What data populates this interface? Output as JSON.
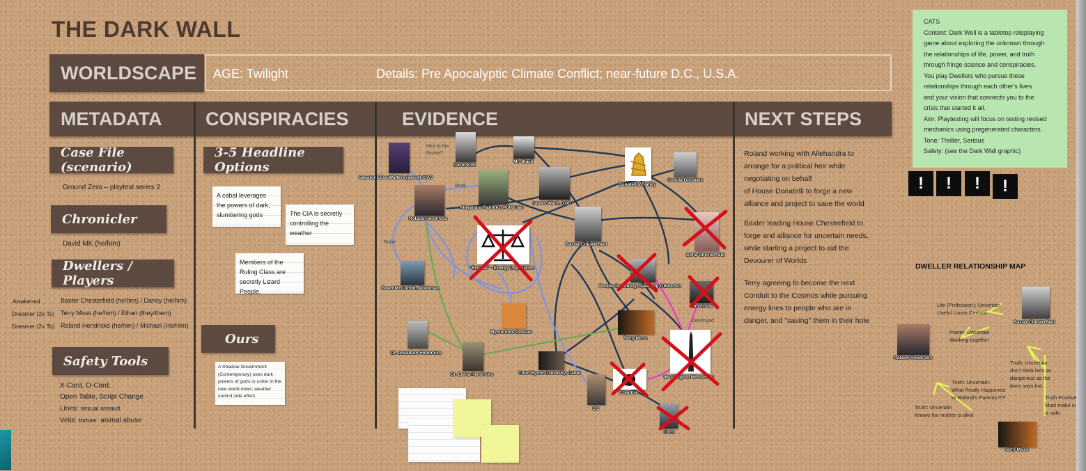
{
  "board": {
    "title": "THE DARK WALL",
    "worldscape": {
      "heading": "WORLDSCAPE",
      "age": "AGE: Twilight",
      "details": "Details: Pre Apocalyptic Climate Conflict; near-future D.C., U.S.A."
    },
    "columns": {
      "metadata": "METADATA",
      "conspiracies": "CONSPIRACIES",
      "evidence": "EVIDENCE",
      "next_steps": "NEXT STEPS"
    }
  },
  "metadata": {
    "case_file": {
      "label": "Case File (scenario)",
      "value": "Ground Zero – playtest series 2"
    },
    "chronicler": {
      "label": "Chronicler",
      "value": "David MK (he/him)"
    },
    "dwellers": {
      "label": "Dwellers / Players",
      "rows": [
        {
          "tag": "Awakened",
          "text": "Baxter Chesterfield (he/him) / Danny (he/him)"
        },
        {
          "tag": "Dreamer (2x Ts)",
          "text": "Terry Moss (he/him) / Ethan (they/them)"
        },
        {
          "tag": "Dreamer (2x Ts)",
          "text": "Roland Hendricks (he/him) / Michael (He/Him)"
        }
      ]
    },
    "safety": {
      "label": "Safety Tools",
      "line1": "X-Card, O-Card,",
      "line2": "Open Table, Script Change",
      "lines_label": "Lines:",
      "lines_value": "sexual assault",
      "veils_label": "Veils:",
      "veils_value": "torture",
      "veils_value2": "animal abuse"
    }
  },
  "conspiracies": {
    "headline_label": "3-5 Headline Options",
    "cards": [
      "A cabal leverages the powers of dark, slumbering gods",
      "The CIA is secretly controlling the weather",
      "Members of the Ruling Class are secretly Lizard People."
    ],
    "ours_label": "Ours",
    "ours_card": "A Shadow Government (Contemporary) uses dark powers of gods to usher in the new world order; weather control side effect"
  },
  "evidence": {
    "annotations": {
      "heir": "Heir to the throne?",
      "rival": "Rival",
      "rube": "Rube",
      "destroyed": "Destroyed"
    },
    "nodes": {
      "senator": "Senator Elias Walters (secret CIA?",
      "david_kim": "David Kim",
      "mr_black": "Mr. Black",
      "donatellis": "Donatellis Family",
      "ginelle": "Ginelle Donatelli",
      "allejandra": "Allejandra Ramirez, Politician",
      "james_ward": "James Ward, DOD",
      "roland": "Roland Hendricks",
      "baxter": "Baxter Chesterfield",
      "sofia": "Sofia Chesterfield",
      "eclipse": "\"Eclipse\" - Energy Legislation",
      "brent": "Brent McCormic, Politician",
      "dreaming": "People Dreaming, Speaking Gibberish",
      "hurricane": "Hurricane",
      "dossier": "Mysterious Dossier",
      "terry": "Terry Moss",
      "jonathan": "Dr. Jonathan Hendricks",
      "elena": "Dr. Elena Hendricks",
      "byron": "Chief Byron Czevesky, Cabal",
      "monument": "Washington Monument",
      "creature": "Creature",
      "liz": "Liz",
      "chris": "Chris"
    }
  },
  "next_steps": {
    "p1": [
      "Roland working with Allehandra to",
      "arrange for a political heir while",
      "negotiating on behalf",
      "of House Donatelli to forge a new",
      "alliance and project to save the world"
    ],
    "p2": [
      "Baxter leading House Chesterfield to",
      "forge and alliance for uncertain needs,",
      "while starting a project to aid the",
      "Devourer of Worlds"
    ],
    "p3": [
      "Terry agreeing to become the next",
      "Conduit to the Cosmos while pursuing",
      "energy lines  to people who are in",
      "danger, and \"saving\" them  in their hole"
    ]
  },
  "cats": {
    "lines": [
      "CATS",
      "Content: Dark Well is a tabletop roleplaying",
      "game about exploring the unknown through",
      "the relationships of life, power, and truth",
      "through fringe science and conspiracies.",
      "You play Dwellers who pursue these",
      "relationships through each other's lives",
      "and your vision that connects you to the",
      "crisis that started it all.",
      "Aim: Playtesting will focus on testing revised",
      "mechanics using pregenerated characters.",
      "Tone: Thriller, Serious",
      "Safety: (see the Dark Wall graphic)"
    ],
    "bang": "!"
  },
  "relationship_map": {
    "title": "DWELLER RELATIONSHIP MAP",
    "baxter": "Baxter Chesterfield",
    "roland": "Roland Hendricks",
    "terry": "Terry Moss",
    "notes": {
      "life1": "Life (Profession): Uncertain",
      "life2": "Useful Loose Cannon",
      "power1": "Power: Uncertain",
      "power2": "Working together",
      "truthR1": "Truth: Uncertain",
      "truthR2": "don't think he's as",
      "truthR3": "dangerous as  the",
      "truthR4": "boss says but...",
      "truthM1": "Truth: Uncertain:",
      "truthM2": "What Really Happened",
      "truthM3": "to Roland's Parents?!?!",
      "truthL1": "Truth:  Uncertain",
      "truthL2": "Knows his mother is alive",
      "truthP1": "Truth Positive",
      "truthP2": "Must make sure",
      "truthP3": "is safe."
    }
  },
  "colors": {
    "cork": "#c9a27c",
    "header": "#5c4a40",
    "cats_bg": "#b9e5b0",
    "string_dark": "#1f3a55",
    "string_blue": "#7b93e8",
    "string_green": "#6ba84f",
    "string_magenta": "#e63ad0",
    "x_mark": "#d4101a"
  }
}
